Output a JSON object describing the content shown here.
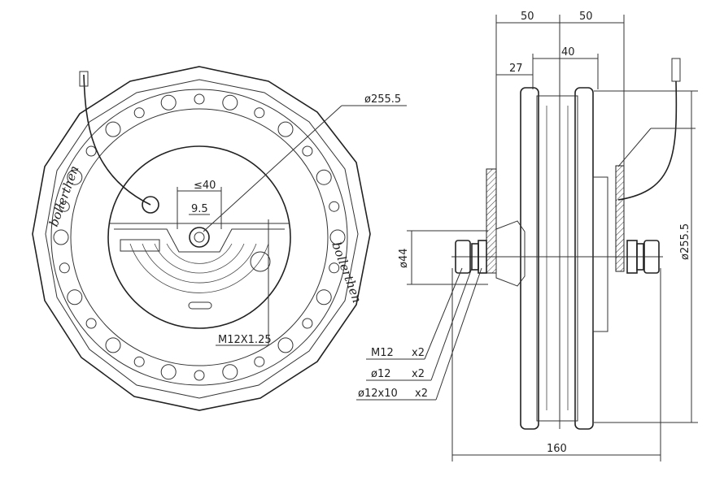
{
  "front_view": {
    "outer_diameter_label": "ø255.5",
    "slot_width_label": "≤40",
    "slot_inner_label": "9.5",
    "thread_label": "M12X1.25",
    "brand_text": "bollerthen"
  },
  "side_view": {
    "top_left_dim": "50",
    "top_right_dim": "50",
    "dim_27": "27",
    "dim_40": "40",
    "axle_dia_label": "ø44",
    "outer_dia_label": "ø255.5",
    "total_width_label": "160"
  },
  "parts": [
    {
      "name": "M12",
      "qty": "x2"
    },
    {
      "name": "ø12",
      "qty": "x2"
    },
    {
      "name": "ø12x10",
      "qty": "x2"
    }
  ],
  "colors": {
    "line": "#222222",
    "background": "#ffffff"
  }
}
